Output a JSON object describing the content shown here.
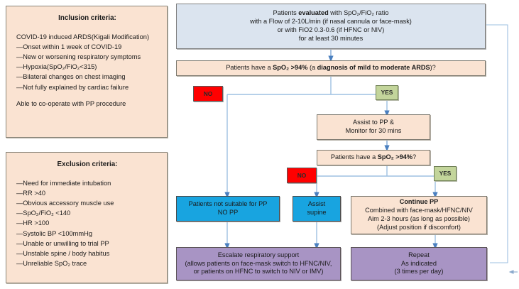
{
  "colors": {
    "peach": "#fae3d2",
    "blue_box": "#dbe4ef",
    "cyan": "#18a4e0",
    "purple": "#a894c4",
    "no_red": "#ff0000",
    "yes_green": "#c3d59b",
    "connector": "#7fa8d6",
    "arrow": "#4a7fbf"
  },
  "inclusion": {
    "title": "Inclusion criteria:",
    "lines": [
      "COVID-19 induced ARDS(Kigali Modification)",
      "—Onset within 1 week of COVID-19",
      "—New or worsening respiratory symptoms",
      "—Hypoxia(SpO₂/FiO₂<315)",
      "—Bilateral changes on chest imaging",
      "—Not fully explained by cardiac failure"
    ],
    "footer": "Able to co-operate with PP procedure"
  },
  "exclusion": {
    "title": "Exclusion criteria:",
    "lines": [
      "—Need for immediate intubation",
      "—RR >40",
      "—Obvious accessory muscle use",
      "—SpO₂/FiO₂ <140",
      "—HR >100",
      "—Systolic BP  <100mmHg",
      "—Unable or unwilling to trial PP",
      "—Unstable  spine / body habitus",
      "—Unreliable SpO₂ trace"
    ]
  },
  "flow": {
    "evaluate": {
      "line1_a": "Patients ",
      "line1_b": "evaluated",
      "line1_c": " with SpO₂/FiO₂ ratio",
      "line2": "with a Flow of 2-10L/min (if nasal cannula or face-mask)",
      "line3": "or with FiO2 0.3-0.6 (if HFNC or NIV)",
      "line4": "for at least 30 minutes"
    },
    "decision1": {
      "a": "Patients have a ",
      "b": "SpO₂ >94%",
      "c": " (a ",
      "d": "diagnosis of mild to moderate ARDS",
      "e": ")?"
    },
    "decision2": {
      "a": "Patients have a ",
      "b": "SpO₂ >94%",
      "c": "?"
    },
    "no1_label": "NO",
    "yes1_label": "YES",
    "no2_label": "NO",
    "yes2_label": "YES",
    "assist_pp": {
      "line1": "Assist to PP &",
      "line2": "Monitor for 30 mins"
    },
    "not_suitable": {
      "line1": "Patients not suitable for PP",
      "line2": "NO PP"
    },
    "assist_supine": {
      "line1": "Assist",
      "line2": "supine"
    },
    "continue_pp": {
      "title": "Continue PP",
      "line2": "Combined with face-mask/HFNC/NIV",
      "line3": "Aim 2-3 hours (as long as possible)",
      "line4": "(Adjust position if discomfort)"
    },
    "escalate": {
      "line1": "Escalate respiratory support",
      "line2": "(allows patients on face-mask switch to HFNC/NIV,",
      "line3": "or patients on HFNC to switch to NIV or IMV)"
    },
    "repeat": {
      "line1": "Repeat",
      "line2": "As indicated",
      "line3": "(3 times per day)"
    }
  }
}
